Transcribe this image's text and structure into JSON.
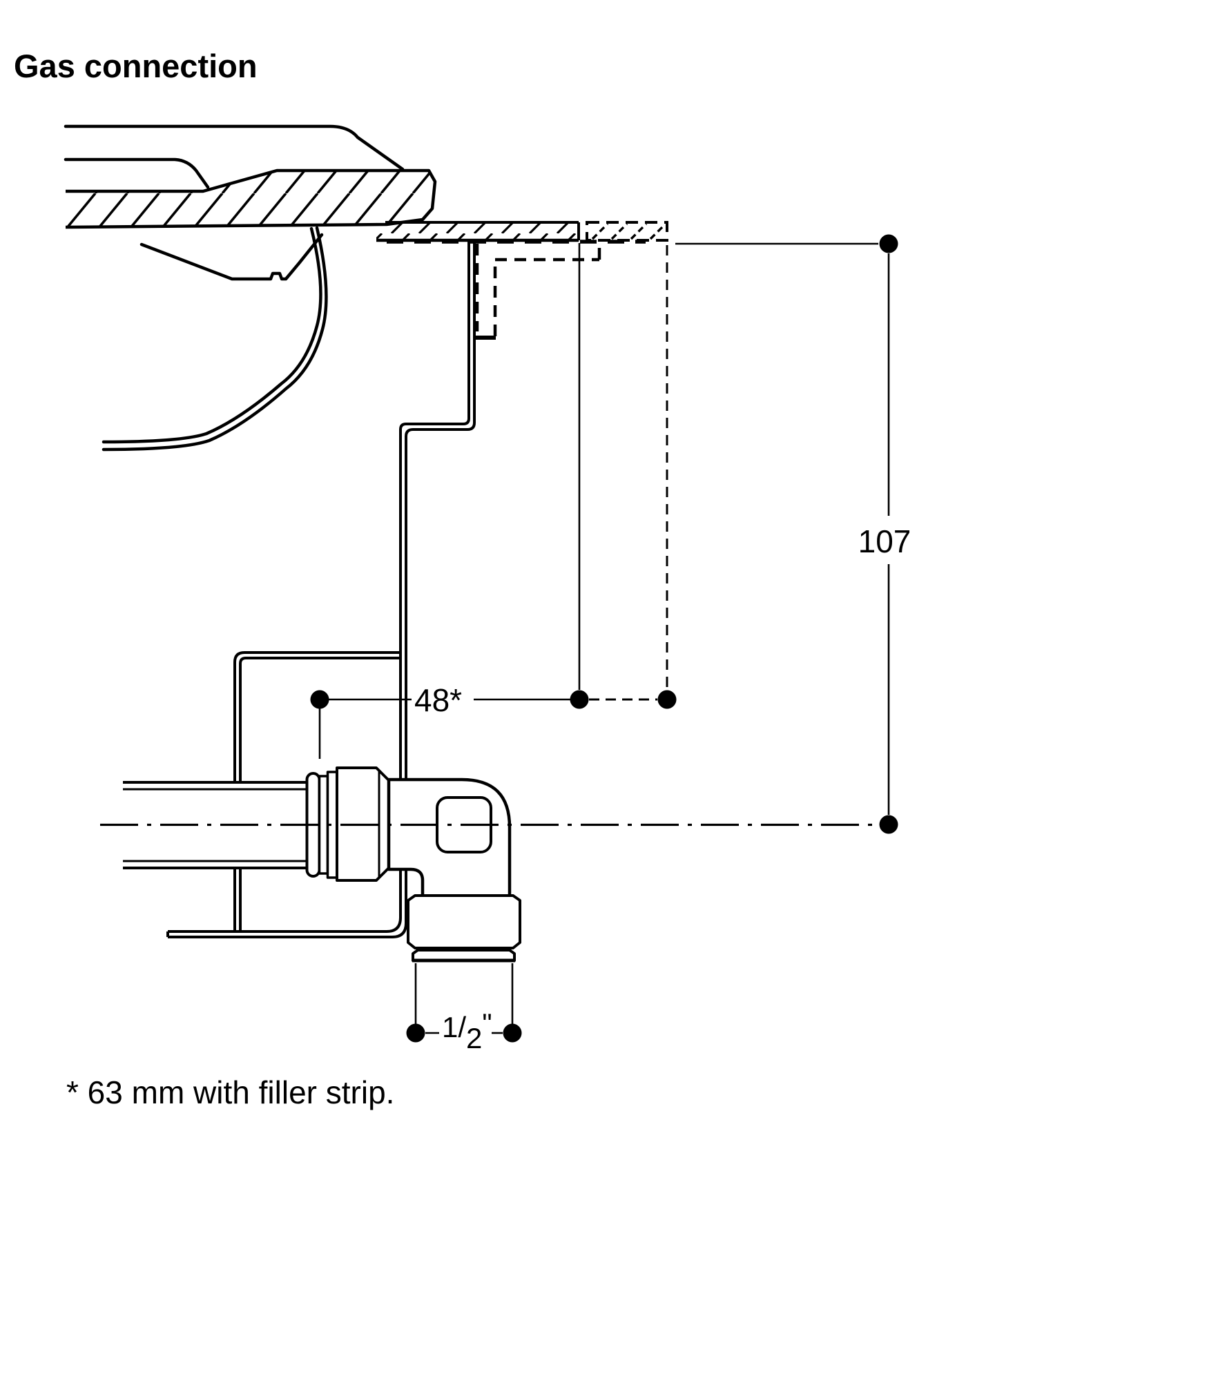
{
  "colors": {
    "background": "#ffffff",
    "ink": "#000000"
  },
  "title": {
    "text": "Gas connection"
  },
  "footnote": {
    "text": "* 63 mm with filler strip."
  },
  "dimensions": {
    "counter_to_pipe_axis": {
      "label": "107"
    },
    "cutout_to_gas_inlet": {
      "label": "48*"
    },
    "gas_thread": {
      "sup": "1/",
      "sub": "2",
      "unit": "\""
    }
  }
}
